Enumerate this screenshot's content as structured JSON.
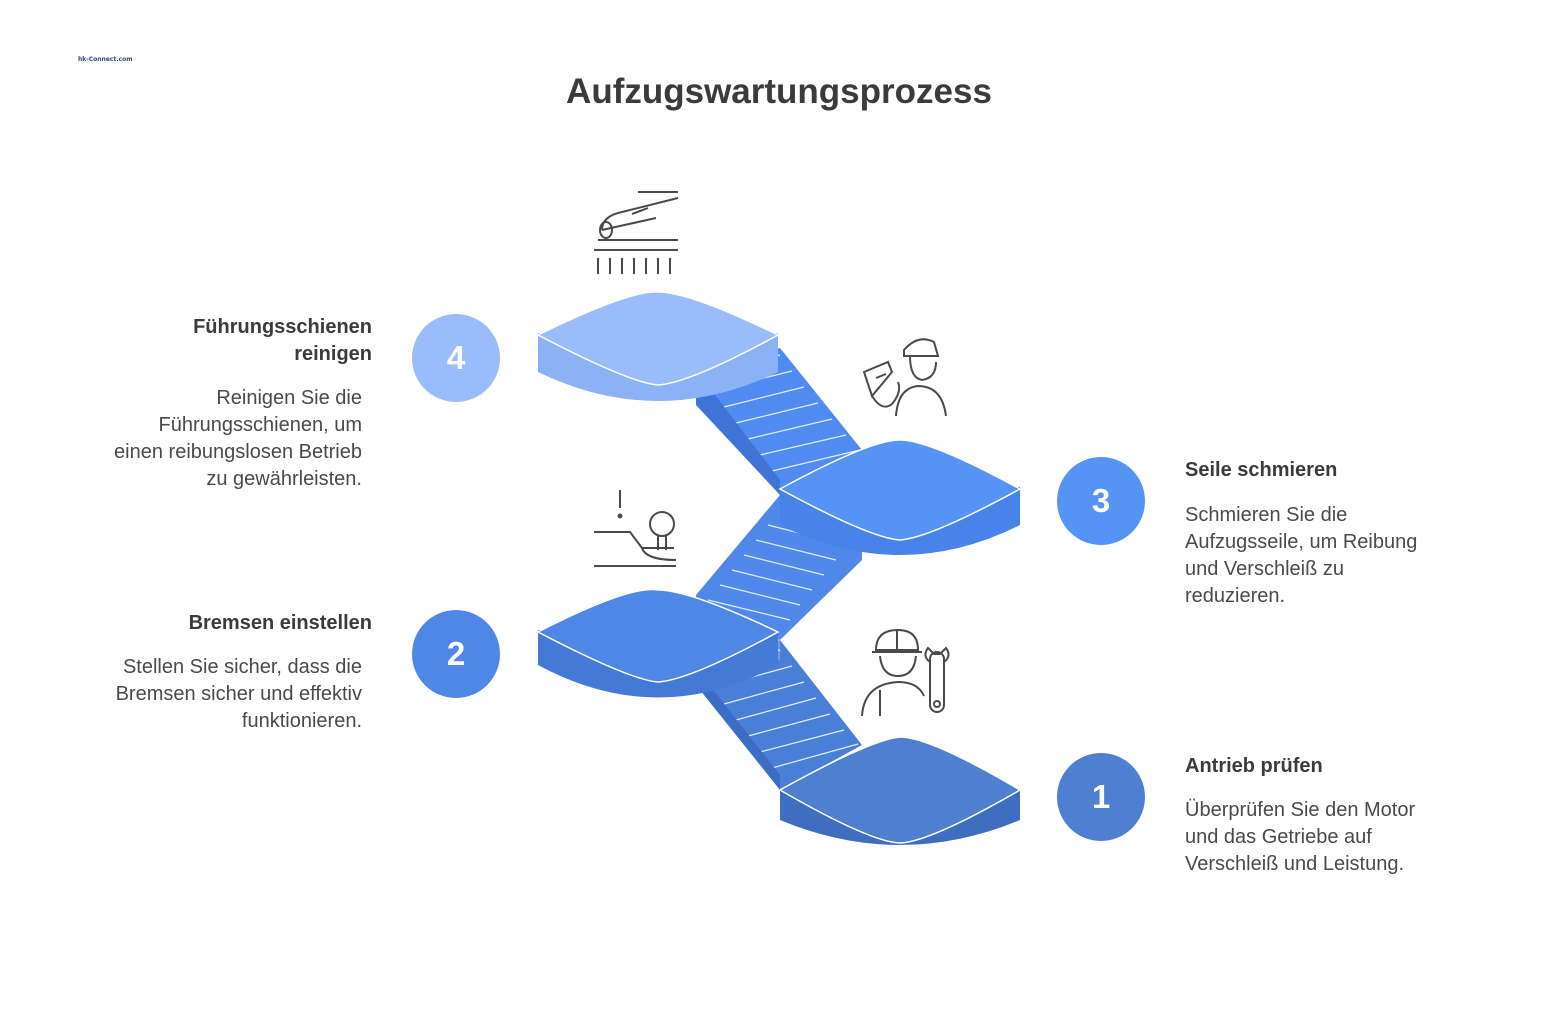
{
  "logo": {
    "text": "hk-Connect.com"
  },
  "title": "Aufzugswartungsprozess",
  "steps": [
    {
      "number": "1",
      "heading": "Antrieb prüfen",
      "description": "Überprüfen Sie den Motor und das Getriebe auf Verschleiß und Leistung.",
      "color": "#4f7fd0",
      "icon": "engineer-wrench-icon"
    },
    {
      "number": "2",
      "heading": "Bremsen einstellen",
      "description": "Stellen Sie sicher, dass die Bremsen sicher und effektiv funktionieren.",
      "color": "#4f87e6",
      "icon": "brake-lever-icon"
    },
    {
      "number": "3",
      "heading": "Seile schmieren",
      "description": "Schmieren Sie die Aufzugsseile, um Reibung und Verschleiß zu reduzieren.",
      "color": "#5594f4",
      "icon": "worker-writing-icon"
    },
    {
      "number": "4",
      "heading": "Führungsschienen reinigen",
      "description": "Reinigen Sie die Führungsschienen, um einen reibungslosen Betrieb zu gewährleisten.",
      "color": "#9bbcfb",
      "icon": "rail-cleaning-icon"
    }
  ]
}
